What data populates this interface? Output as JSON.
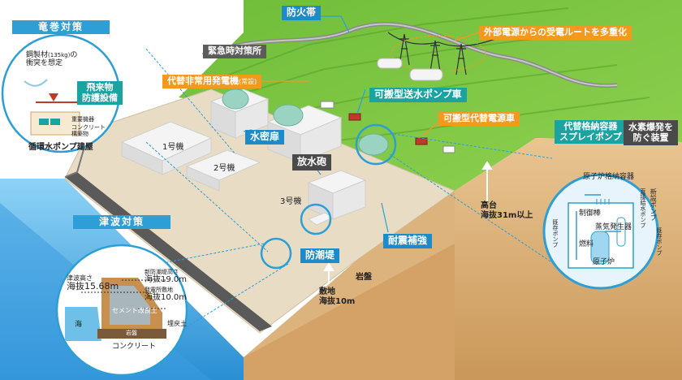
{
  "labels": {
    "bouka_tai": "防火帯",
    "gaibu_dengen": "外部電源からの受電ルートを多重化",
    "kinkyuji": "緊急時対策所",
    "daitai_hatsudenki": "代替非常用発電機",
    "daitai_hatsudenki_note": "(常設)",
    "kahan_sousui": "可搬型送水ポンプ車",
    "kahan_dengen": "可搬型代替電源車",
    "daitai_kakunou": "代替格納容器\nスプレイポンプ",
    "suiso_bakuhatsu": "水素爆発を\n防ぐ装置",
    "suimitsu_tobira": "水密扉",
    "housui_hou": "放水砲",
    "taishin_hokyou": "耐震補強",
    "boucho_tei": "防潮堤",
    "unit1": "1号機",
    "unit2": "2号機",
    "unit3": "3号機",
    "takadai": "高台\n海抜31m以上",
    "shikichi": "敷地\n海抜10m",
    "ganban": "岩盤"
  },
  "tornado_panel": {
    "header": "竜巻対策",
    "note_line1": "鋼製材",
    "note_mass": "(135kg)",
    "note_line1_end": "の",
    "note_line2": "衝突を想定",
    "protect_label": "飛来物\n防護設備",
    "legend_1": "重要機器",
    "legend_2": "コンクリート\n構築物",
    "caption": "循環水ポンプ建屋"
  },
  "tsunami_panel": {
    "header": "津波対策",
    "tsunami_height_label": "津波高さ",
    "tsunami_height_value": "海抜15.68m",
    "new_seawall_label": "新防潮堤高さ",
    "new_seawall_value": "海抜19.0m",
    "plant_site_label": "発電所敷地",
    "plant_site_value": "海抜10.0m",
    "sea": "海",
    "cement": "セメント改良土",
    "fill": "埋戻土",
    "rock": "岩盤",
    "concrete": "コンクリート"
  },
  "reactor_panel": {
    "title": "原子炉格納容器",
    "control_rod": "制御棒",
    "steam_gen": "蒸気発生器",
    "fuel": "燃料",
    "reactor_core": "原子炉",
    "existing_pump_left": "既存ポンプ",
    "new_pump": "新設ポンプ",
    "new_pump_note": "直接給水ポンプ",
    "existing_pump_right": "既存ポンプ"
  },
  "colors": {
    "accent_blue": "#1e8bc9",
    "accent_teal": "#1aa3a0",
    "accent_orange": "#f39a1e",
    "grass": "#7cc242",
    "sea": "#5bb8ea"
  }
}
